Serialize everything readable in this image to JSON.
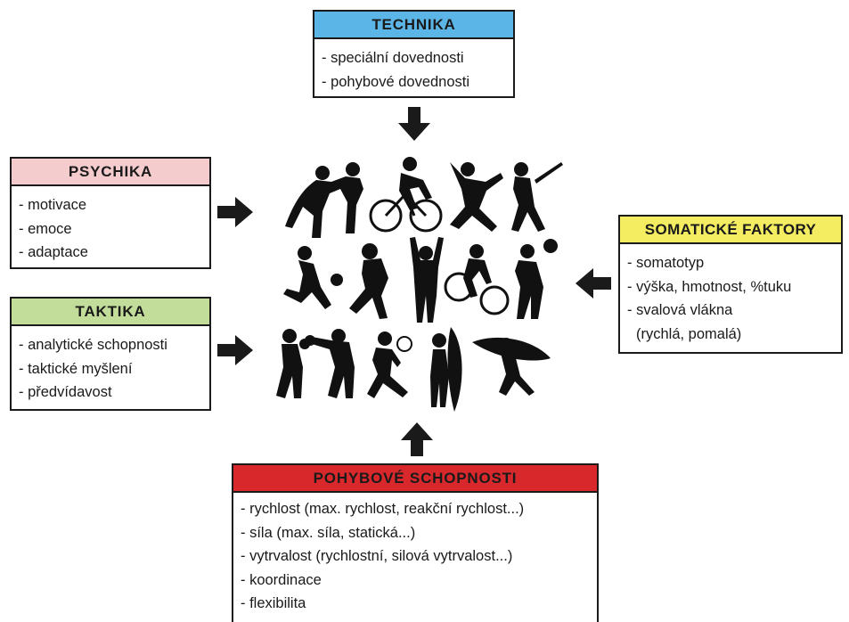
{
  "technika": {
    "title": "TECHNIKA",
    "color": "#5bb5e6",
    "items": [
      "- speciální dovednosti",
      "- pohybové dovednosti"
    ]
  },
  "psychika": {
    "title": "PSYCHIKA",
    "color": "#f5cccd",
    "items": [
      "- motivace",
      "- emoce",
      "- adaptace"
    ]
  },
  "taktika": {
    "title": "TAKTIKA",
    "color": "#c2dc99",
    "items": [
      "- analytické schopnosti",
      "- taktické myšlení",
      "- předvídavost"
    ]
  },
  "somaticke": {
    "title": "SOMATICKÉ FAKTORY",
    "color": "#f4ed62",
    "items": [
      "- somatotyp",
      "- výška, hmotnost, %tuku",
      "- svalová vlákna",
      "(rychlá, pomalá)"
    ]
  },
  "pohybove": {
    "title": "POHYBOVÉ SCHOPNOSTI",
    "color": "#d9282b",
    "items": [
      "- rychlost (max. rychlost, reakční rychlost...)",
      "- síla (max. síla, statická...)",
      "- vytrvalost (rychlostní, silová vytrvalost...)",
      "- koordinace",
      "- flexibilita"
    ]
  },
  "center": {
    "image": "athlete-silhouettes",
    "figures": [
      "wrestlers",
      "cyclist",
      "baseball-pitcher",
      "baseball-batter",
      "basketball-player",
      "football-player",
      "celebrating-player",
      "mountain-biker",
      "basketball-dribbler",
      "boxer",
      "boxer-punching",
      "tennis-player",
      "surfer-standing",
      "surfer-running"
    ]
  }
}
